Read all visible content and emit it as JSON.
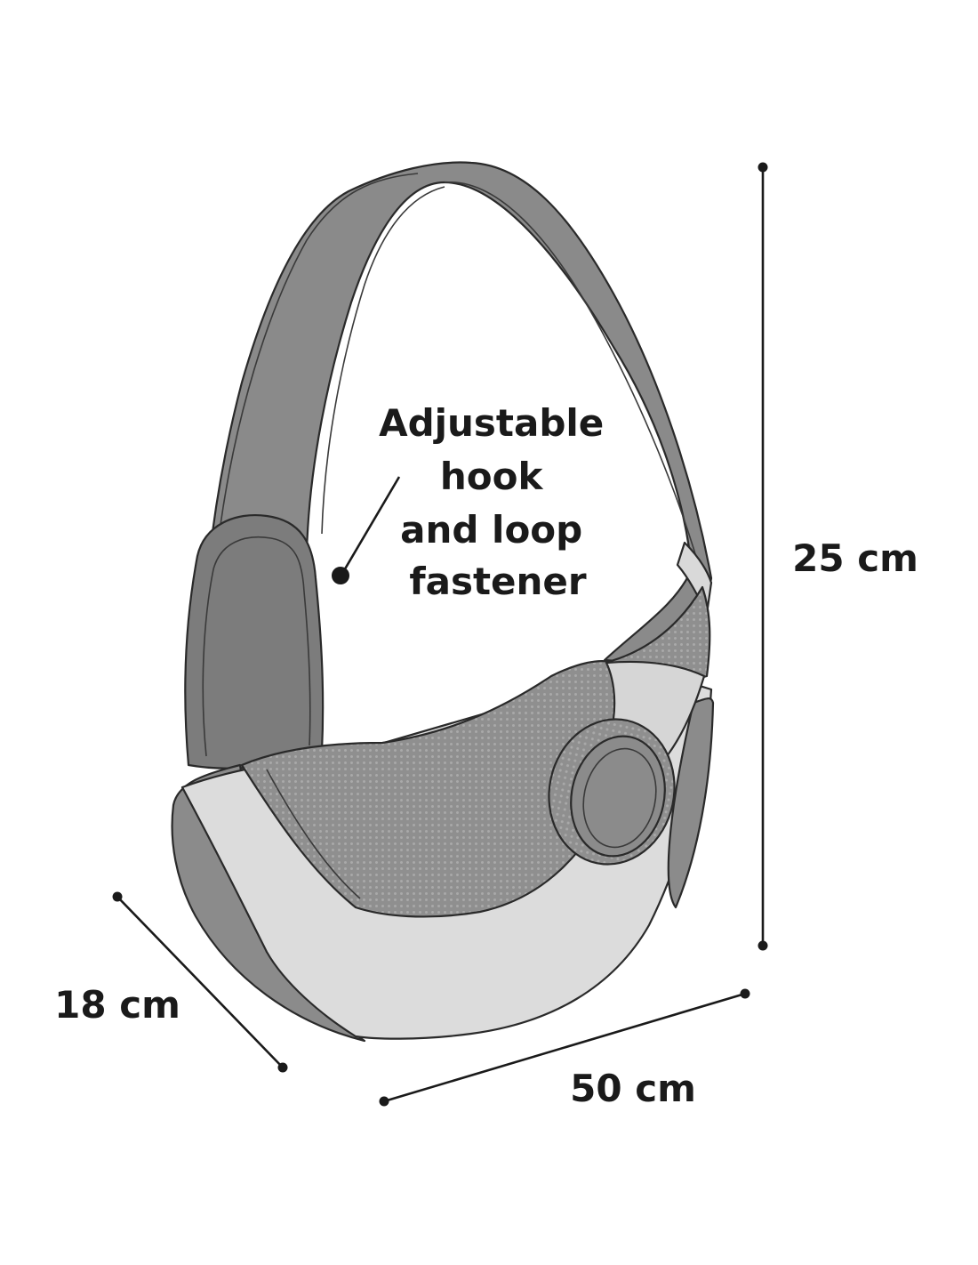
{
  "callout": {
    "lines": [
      "Adjustable",
      "hook",
      "and loop",
      "fastener"
    ]
  },
  "dimensions": {
    "height": "25 cm",
    "depth": "18 cm",
    "width": "50 cm"
  },
  "colors": {
    "strap_gray": "#8c8c8c",
    "strap_dark": "#7a7a7a",
    "mesh_gray": "#8e8e8e",
    "light_panel": "#dcdcdc",
    "outline": "#2a2a2a"
  }
}
